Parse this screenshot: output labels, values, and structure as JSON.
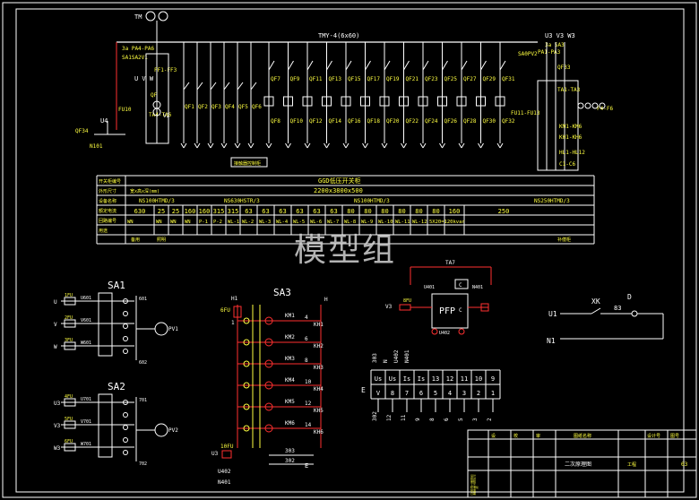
{
  "colors": {
    "bg": "#000000",
    "frame": "#ffffff",
    "wire": "#ff3030",
    "text": "#ffff40",
    "label": "#ffffff",
    "green": "#40ff40",
    "cyan": "#40ffff",
    "busbar": "#ffffff"
  },
  "watermark": "模型组",
  "busbar_label": "TMY-4(6x60)",
  "top_left": {
    "tm": "TM",
    "pa_top": "3a  PA4-PA6",
    "sa_top": "SA1SA2V1",
    "ff": "FF1-FF3",
    "uvw": "U V W",
    "qf": "QF",
    "fu": "FU10",
    "u4": "U4",
    "ta": "TA4-TA6",
    "v2": "V2",
    "qf34": "QF34",
    "n101": "N101",
    "sa3": "3a  SA3",
    "u3v3w3": "U3 V3 W3",
    "pa_right": "PA1-PA3",
    "sa_right": "SA0PV2",
    "qf33": "QF33"
  },
  "breakers_top": [
    "QF7",
    "QF9",
    "QF11",
    "QF13",
    "QF15",
    "QF17",
    "QF19",
    "QF21",
    "QF23",
    "QF25",
    "QF27",
    "QF29",
    "QF31"
  ],
  "breakers_bottom": [
    "QF8",
    "QF10",
    "QF12",
    "QF14",
    "QF16",
    "QF18",
    "QF20",
    "QF22",
    "QF24",
    "QF26",
    "QF28",
    "QF30",
    "QF32"
  ],
  "breakers_left": [
    "QF1",
    "QF2",
    "QF3",
    "QF4",
    "QF5",
    "QF6"
  ],
  "right_labels": [
    "FU11-FU13",
    "TA1-TA3",
    "F4-F6",
    "KM1-KM6",
    "KH1-KH6",
    "HL1-HL12",
    "C1-C6"
  ],
  "note_box": "接触器控制柜",
  "table": {
    "header_labels": [
      "开关柜编号",
      "外形尺寸",
      "设备名称",
      "额定电流",
      "回路编号",
      "用途"
    ],
    "title": "GGD低压开关柜",
    "size": "2200x3800x500",
    "row2_left": "宽x高x深(mm)",
    "models": [
      "NS100HTMD/3",
      "NS630HSTR/3",
      "NS100HTMD/3",
      "NS250HTMD/3"
    ],
    "currents": [
      "630",
      "25",
      "25",
      "160",
      "160",
      "315",
      "315",
      "63",
      "63",
      "63",
      "63",
      "63",
      "63",
      "80",
      "80",
      "80",
      "80",
      "80",
      "80",
      "160",
      "250"
    ],
    "circuits": [
      "WN",
      "WN",
      "WN",
      "WN",
      "P-1",
      "P-2",
      "WL-1",
      "WL-2",
      "WL-3",
      "WL-4",
      "WL-5",
      "WL-6",
      "WL-7",
      "WL-8",
      "WL-9",
      "WL-10",
      "WL-11",
      "WL-12",
      "5X20=120kvar"
    ],
    "purpose": [
      "备用",
      "照明",
      "补偿柜"
    ]
  },
  "sa1": {
    "title": "SA1",
    "inputs": [
      "1FU",
      "2FU",
      "3FU"
    ],
    "phases": [
      "U",
      "V",
      "W"
    ],
    "codes": [
      "U601",
      "V601",
      "W601"
    ],
    "out_top": "601",
    "out_bot": "602",
    "meter": "PV1"
  },
  "sa2": {
    "title": "SA2",
    "inputs": [
      "4FU",
      "5FU",
      "6FU"
    ],
    "phases": [
      "U3",
      "V3",
      "W3"
    ],
    "codes": [
      "U701",
      "V701",
      "W701"
    ],
    "out_top": "701",
    "out_bot": "702",
    "meter": "PV2"
  },
  "sa3": {
    "title": "SA3",
    "top_left": "H1",
    "top_right": "H",
    "fuse": "6FU",
    "coils": [
      "KM1",
      "KM2",
      "KM3",
      "KM4",
      "KM5",
      "KM6"
    ],
    "indicators": [
      "KH1",
      "KH2",
      "KH3",
      "KH4",
      "KH5",
      "KH6"
    ],
    "wires": [
      "4",
      "6",
      "8",
      "10",
      "12",
      "14"
    ],
    "node": "1",
    "bottom_fuse": "10FU",
    "bottom_label": "U3",
    "wire_303": "303",
    "wire_302": "302",
    "e_label": "E",
    "u402": "U402",
    "n401": "N401"
  },
  "pfc": {
    "title": "PFP",
    "ta": "TA7",
    "u401": "U401",
    "n401": "N401",
    "v3": "V3",
    "fu": "8FU",
    "u402": "U402",
    "c_top": "C",
    "c_right": "C"
  },
  "lamp": {
    "u1": "U1",
    "n1": "N1",
    "xk": "XK",
    "d": "D",
    "num": "83"
  },
  "terminal": {
    "left_codes": [
      "303",
      "N",
      "U402",
      "N401"
    ],
    "e": "E",
    "top_row": [
      "Us",
      "Us",
      "Is",
      "Is",
      "13",
      "12",
      "11",
      "10",
      "9"
    ],
    "bot_row": [
      "V",
      "8",
      "7",
      "6",
      "5",
      "4",
      "3",
      "2",
      "1"
    ],
    "bottom_codes": [
      "302",
      "12",
      "11",
      "9",
      "8",
      "6",
      "5",
      "3",
      "2"
    ]
  },
  "title_block": {
    "headers": [
      "设",
      "计",
      "校",
      "核",
      "审",
      "核",
      "批",
      "准",
      "图纸名称",
      "工程名称",
      "设计号",
      "图号"
    ],
    "drawing": "二次原理图",
    "proj": "工程",
    "no": "03",
    "left_rows": [
      "设计",
      "校对",
      "审核",
      "工艺",
      "标准化",
      "批准",
      "日期"
    ]
  }
}
